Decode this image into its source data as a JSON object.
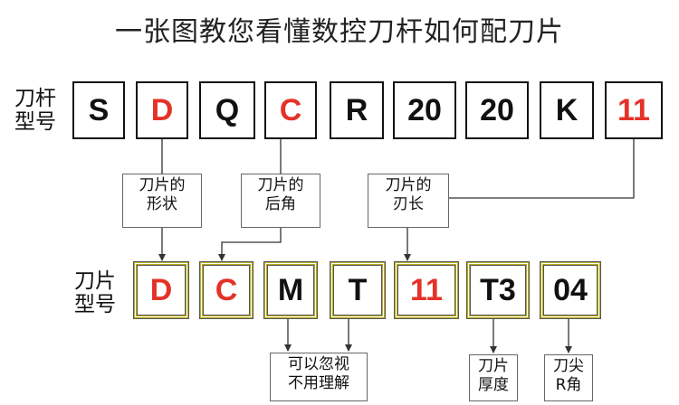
{
  "title": "一张图教您看懂数控刀杆如何配刀片",
  "colors": {
    "highlight": "#e53228",
    "normal": "#111111",
    "insert_border": "#b8ae1a"
  },
  "holder": {
    "label_line1": "刀杆",
    "label_line2": "型号",
    "codes": [
      {
        "text": "S",
        "highlight": false
      },
      {
        "text": "D",
        "highlight": true
      },
      {
        "text": "Q",
        "highlight": false
      },
      {
        "text": "C",
        "highlight": true
      },
      {
        "text": "R",
        "highlight": false
      },
      {
        "text": "20",
        "highlight": false
      },
      {
        "text": "20",
        "highlight": false
      },
      {
        "text": "K",
        "highlight": false
      },
      {
        "text": "11",
        "highlight": true
      }
    ]
  },
  "middle_notes": [
    {
      "line1": "刀片的",
      "line2": "形状"
    },
    {
      "line1": "刀片的",
      "line2": "后角"
    },
    {
      "line1": "刀片的",
      "line2": "刃长"
    }
  ],
  "insert": {
    "label_line1": "刀片",
    "label_line2": "型号",
    "codes": [
      {
        "text": "D",
        "highlight": true
      },
      {
        "text": "C",
        "highlight": true
      },
      {
        "text": "M",
        "highlight": false
      },
      {
        "text": "T",
        "highlight": false
      },
      {
        "text": "11",
        "highlight": true
      },
      {
        "text": "T3",
        "highlight": false
      },
      {
        "text": "04",
        "highlight": false
      }
    ]
  },
  "bottom_notes": [
    {
      "line1": "可以忽视",
      "line2": "不用理解"
    },
    {
      "line1": "刀片",
      "line2": "厚度"
    },
    {
      "line1": "刀尖",
      "line2": "R角"
    }
  ]
}
